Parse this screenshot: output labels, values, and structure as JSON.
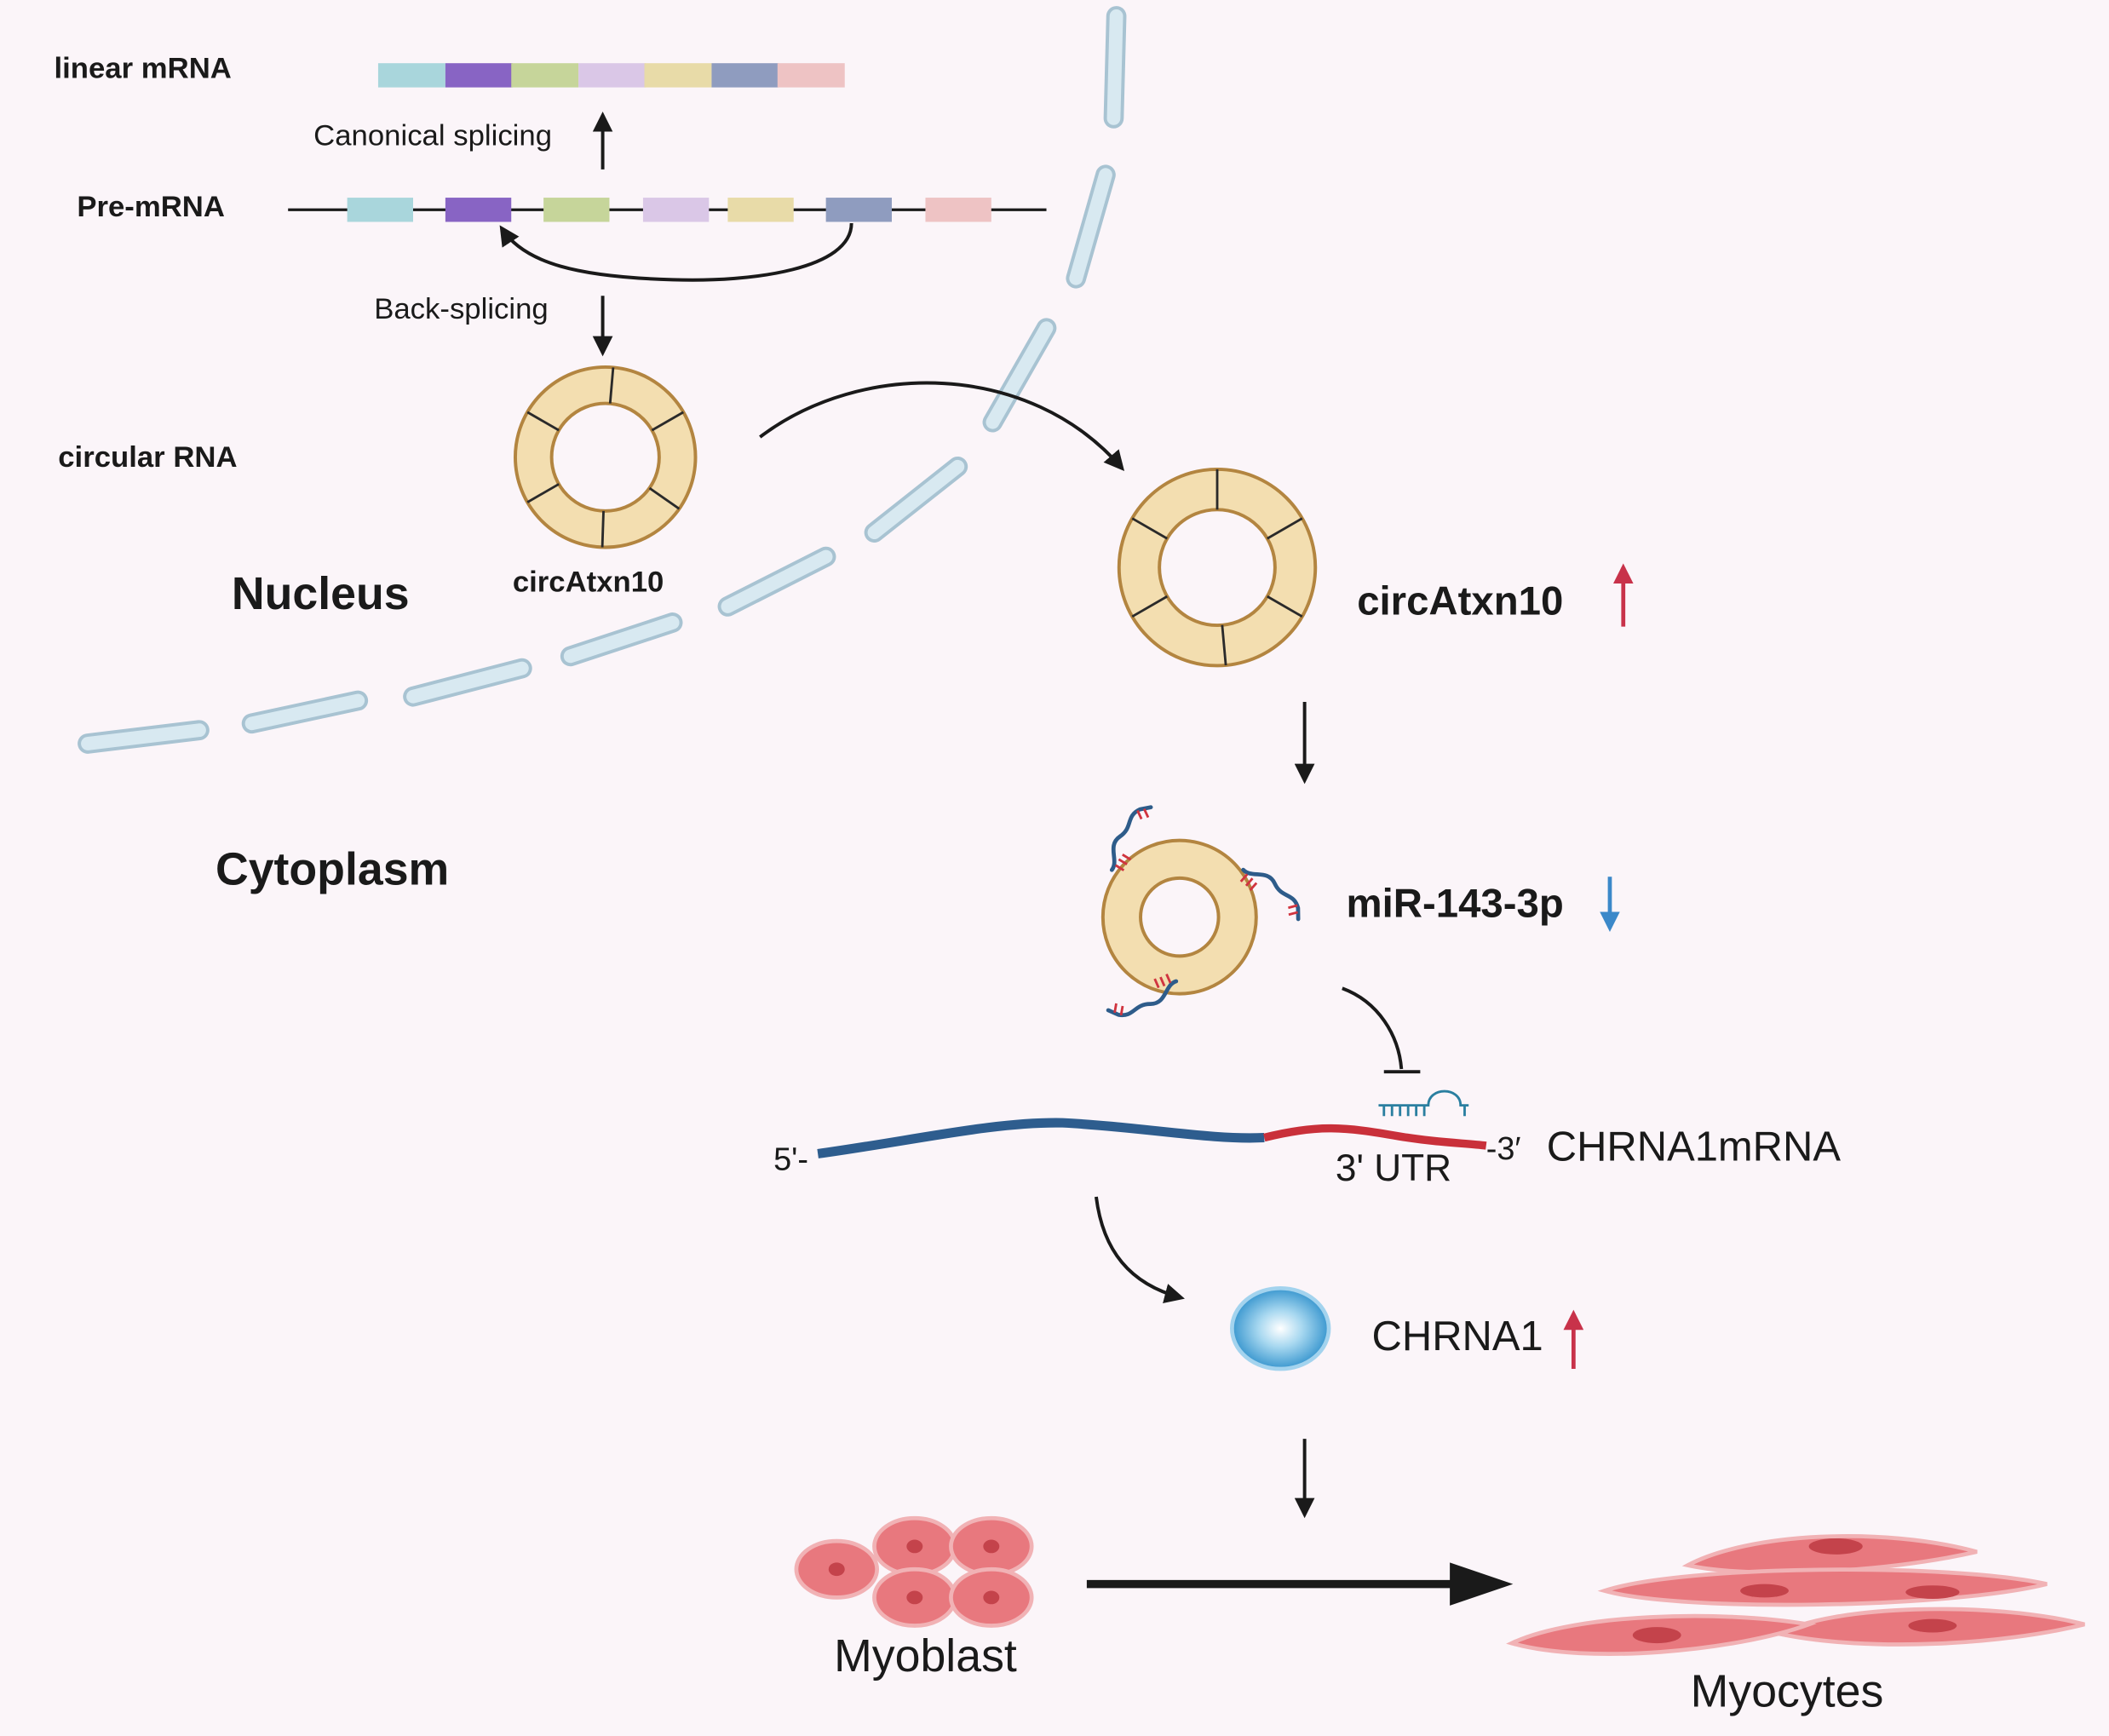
{
  "labels": {
    "linear_mrna": "linear mRNA",
    "canonical_splicing": "Canonical splicing",
    "pre_mrna": "Pre-mRNA",
    "back_splicing": "Back-splicing",
    "circular_rna": "circular RNA",
    "circ_nucleus": "circAtxn10",
    "nucleus": "Nucleus",
    "cytoplasm": "Cytoplasm",
    "circ_cytoplasm": "circAtxn10",
    "mirna": "miR-143-3p",
    "five_prime": "5'-",
    "utr": "3' UTR",
    "three_prime": "-3′",
    "mrna": "CHRNA1mRNA",
    "protein": "CHRNA1",
    "myoblast": "Myoblast",
    "myocytes": "Myocytes"
  },
  "colors": {
    "nucleus": "#e07b7b",
    "cytoplasm": "#3c68a9",
    "exons": [
      "#a9d6dc",
      "#8864c4",
      "#c6d59a",
      "#dac7e7",
      "#e8dba8",
      "#8f9cbf",
      "#eec3c4"
    ],
    "circ_fill": "#f3deb0",
    "mrna_coding": "#2e5d8e",
    "mrna_utr": "#c9303a",
    "bound_mirna": "#2a7fa0",
    "up_indicator": "#c8324a",
    "down_indicator": "#3b88c9",
    "cell_fill": "#e8787e",
    "cell_nucleus": "#c4434b"
  }
}
